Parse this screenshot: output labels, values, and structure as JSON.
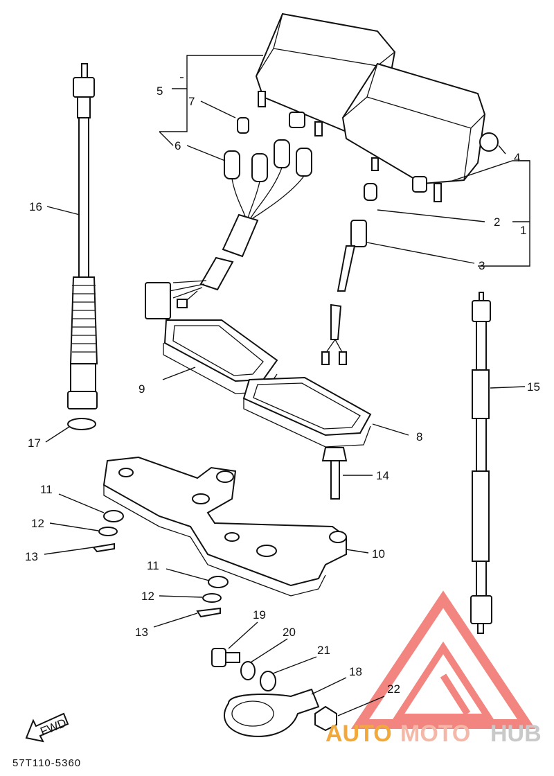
{
  "diagram": {
    "part_labels": [
      "1",
      "2",
      "3",
      "4",
      "5",
      "6",
      "7",
      "8",
      "9",
      "10",
      "11",
      "12",
      "13",
      "14",
      "15",
      "16",
      "17",
      "18",
      "19",
      "20",
      "21",
      "22",
      "11",
      "12",
      "13"
    ],
    "part_code": "57T110-5360",
    "fwd_label": "FWD"
  },
  "watermark": {
    "auto": "AUTO",
    "moto": "MOTO",
    "hub": "HUB",
    "colors": {
      "auto": "#f2a93b",
      "moto": "#f4b8a8",
      "hub": "#c9c9c9",
      "triangle": "#f0706a"
    }
  }
}
